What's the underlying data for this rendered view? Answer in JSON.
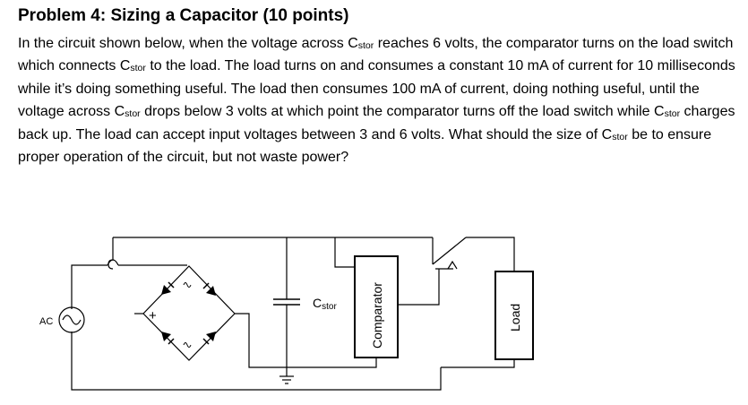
{
  "problem": {
    "title": "Problem 4:  Sizing a Capacitor (10 points)",
    "text": {
      "s1": "In the circuit shown below, when the voltage across C",
      "stor": "stor",
      "s2": " reaches 6 volts, the comparator turns on the load switch which connects C",
      "s3": " to the load.  The load turns on and consumes a constant 10 mA of current for 10 milliseconds while it’s doing something useful.  The load then consumes 100 mA of current, doing nothing useful, until the voltage across C",
      "s4": " drops below 3 volts at which point the comparator turns off the load switch while C",
      "s5": " charges back up.  The load can accept input voltages between 3 and 6 volts.  What should the size of C",
      "s6": " be to ensure proper operation of the circuit, but not waste power?"
    }
  },
  "circuit": {
    "source_label": "AC",
    "capacitor_label_main": "C",
    "capacitor_label_sub": "stor",
    "comparator_label": "Comparator",
    "load_label": "Load",
    "plus_symbol": "+",
    "minus_symbol": "−"
  }
}
